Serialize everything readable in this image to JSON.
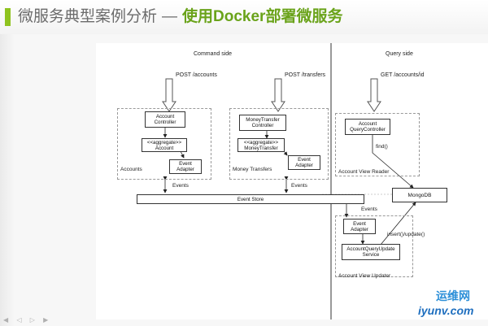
{
  "slide": {
    "title_gray": "微服务典型案例分析",
    "title_sep": "—",
    "title_green": "使用Docker部署微服务"
  },
  "diagram": {
    "command_side": "Command side",
    "query_side": "Query side",
    "post_accounts": "POST /accounts",
    "post_transfers": "POST /transfers",
    "get_account": "GET /accounts/id",
    "account_controller": "Account\nController",
    "aggregate_account": "<<aggregate>>\nAccount",
    "event_adapter_1": "Event\nAdapter",
    "accounts_region": "Accounts",
    "money_controller": "MoneyTransfer\nController",
    "aggregate_money": "<<aggregate>>\nMoneyTransfer",
    "event_adapter_2": "Event\nAdapter",
    "transfers_region": "Money Transfers",
    "query_controller": "Account\nQueryController",
    "find_label": "find()",
    "view_reader_region": "Account View Reader",
    "events_1": "Events",
    "events_2": "Events",
    "events_3": "Events",
    "event_store": "Event Store",
    "mongodb": "MongoDB",
    "event_adapter_3": "Event\nAdapter",
    "insert_update": "insert()/update()",
    "query_update_service": "AccountQueryUpdate\nService",
    "view_updater_region": "Account View Updater"
  },
  "watermark": {
    "line1": "运维网",
    "line2": "iyunv.com"
  },
  "nav": "◀ ◁ ▷ ▶"
}
